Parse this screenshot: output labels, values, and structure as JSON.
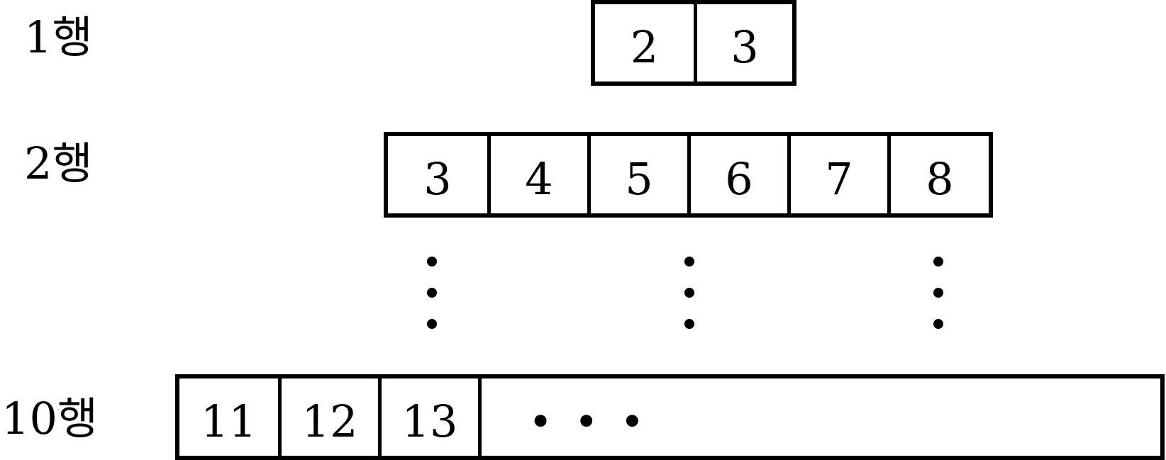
{
  "rows": [
    {
      "label": "1행",
      "cells": [
        "2",
        "3"
      ]
    },
    {
      "label": "2행",
      "cells": [
        "3",
        "4",
        "5",
        "6",
        "7",
        "8"
      ]
    },
    {
      "label": "10행",
      "cells": [
        "11",
        "12",
        "13",
        "• • •"
      ]
    }
  ]
}
